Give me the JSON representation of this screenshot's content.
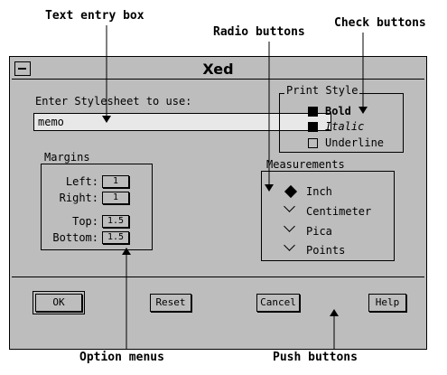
{
  "callouts": {
    "text_entry_box": "Text entry box",
    "radio_buttons": "Radio buttons",
    "check_buttons": "Check buttons",
    "option_menus": "Option menus",
    "push_buttons": "Push buttons"
  },
  "window": {
    "title": "Xed",
    "prompt_label": "Enter Stylesheet to use:",
    "stylesheet_value": "memo"
  },
  "print_style": {
    "title": "Print Style",
    "options": [
      {
        "label": "Bold",
        "checked": true
      },
      {
        "label": "Italic",
        "checked": true
      },
      {
        "label": "Underline",
        "checked": false
      }
    ]
  },
  "margins": {
    "title": "Margins",
    "rows": [
      {
        "label": "Left:",
        "value": "1"
      },
      {
        "label": "Right:",
        "value": "1"
      },
      {
        "label": "Top:",
        "value": "1.5"
      },
      {
        "label": "Bottom:",
        "value": "1.5"
      }
    ]
  },
  "measurements": {
    "title": "Measurements",
    "options": [
      {
        "label": "Inch",
        "selected": true
      },
      {
        "label": "Centimeter",
        "selected": false
      },
      {
        "label": "Pica",
        "selected": false
      },
      {
        "label": "Points",
        "selected": false
      }
    ]
  },
  "buttons": {
    "ok": "OK",
    "reset": "Reset",
    "cancel": "Cancel",
    "help": "Help"
  }
}
